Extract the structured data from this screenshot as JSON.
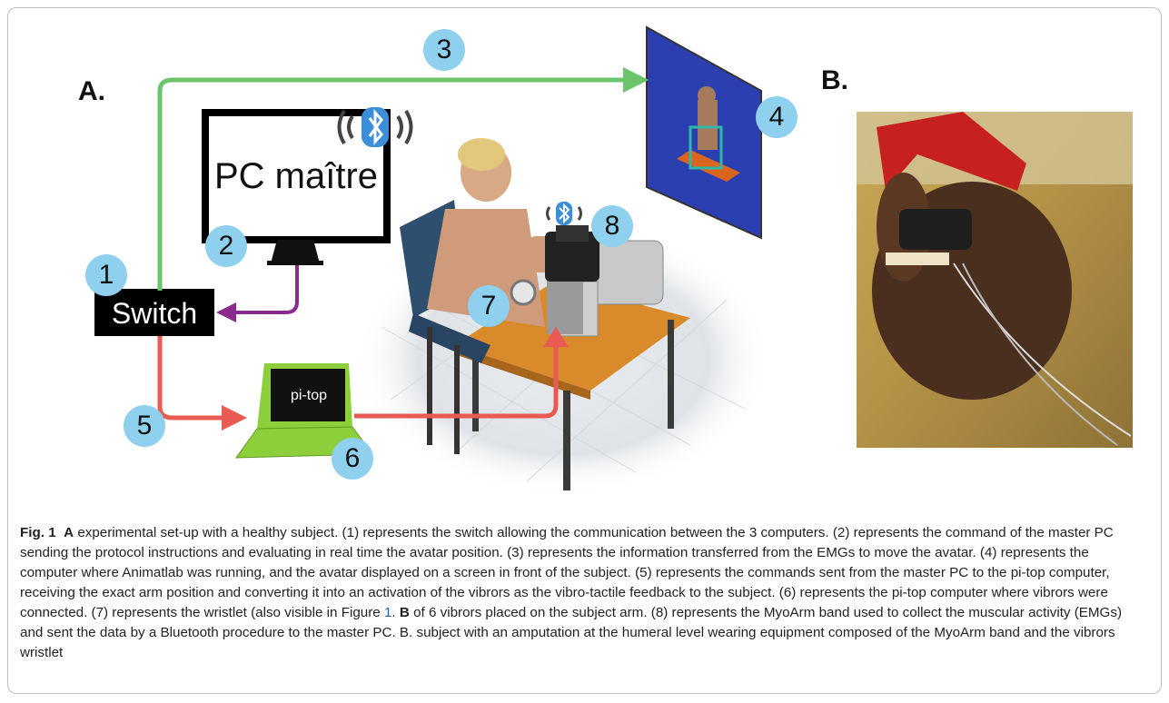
{
  "panels": {
    "a_label": "A.",
    "b_label": "B."
  },
  "diagram": {
    "switch_label": "Switch",
    "pc_label": "PC maître",
    "laptop_label": "pi-top",
    "badges": [
      "1",
      "2",
      "3",
      "4",
      "5",
      "6",
      "7",
      "8"
    ]
  },
  "colors": {
    "green_arrow": "#6cc46a",
    "purple_arrow": "#8a2a8f",
    "red_arrow": "#e85a52",
    "badge": "#8ed0ee",
    "bluetooth": "#3a8fd8",
    "screen_blue": "#2c3fb0",
    "table": "#d98a2a",
    "laptop_green": "#8dcf3a"
  },
  "caption": {
    "fig": "Fig. 1",
    "a": "A",
    "part1": " experimental set-up with a healthy subject. (1) represents the switch allowing the communication between the 3 computers. (2) represents the command of the master PC sending the protocol instructions and evaluating in real time the avatar position. (3) represents the information transferred from the EMGs to move the avatar. (4) represents the computer where Animatlab was running, and the avatar displayed on a screen in front of the subject. (5) represents the commands sent from the master PC to the pi-top computer, receiving the exact arm position and converting it into an activation of the vibrors as the vibro-tactile feedback to the subject. (6) represents the pi-top computer where vibrors were connected. (7) represents the wristlet (also visible in Figure ",
    "fig_ref": "1",
    "dot": ".",
    "b": "B",
    "part2": " of 6 vibrors placed on the subject arm. (8) represents the MyoArm band used to collect the muscular activity (EMGs) and sent the data by a Bluetooth procedure to the master PC. B. subject with an amputation at the humeral level wearing equipment composed of the MyoArm band and the vibrors wristlet"
  }
}
